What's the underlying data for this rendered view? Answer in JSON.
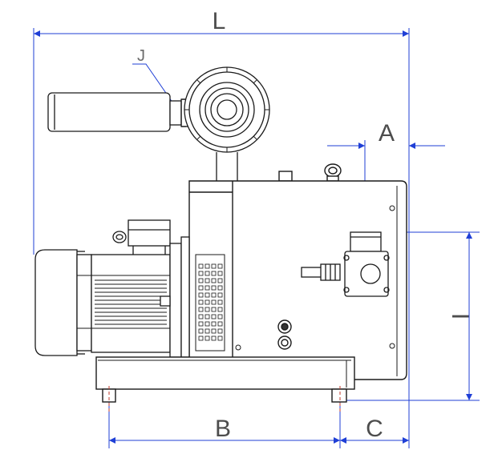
{
  "dimensions": {
    "overall_length": "L",
    "outlet_offset": "A",
    "outlet_height": "I",
    "foot_spacing": "B",
    "foot_to_end": "C"
  },
  "callouts": {
    "inlet_flange": "J"
  },
  "colors": {
    "dimension_line": "#1f3fd6",
    "outline": "#1a1a1a",
    "centerline": "#c0392b",
    "text": "#4d4d4d"
  }
}
